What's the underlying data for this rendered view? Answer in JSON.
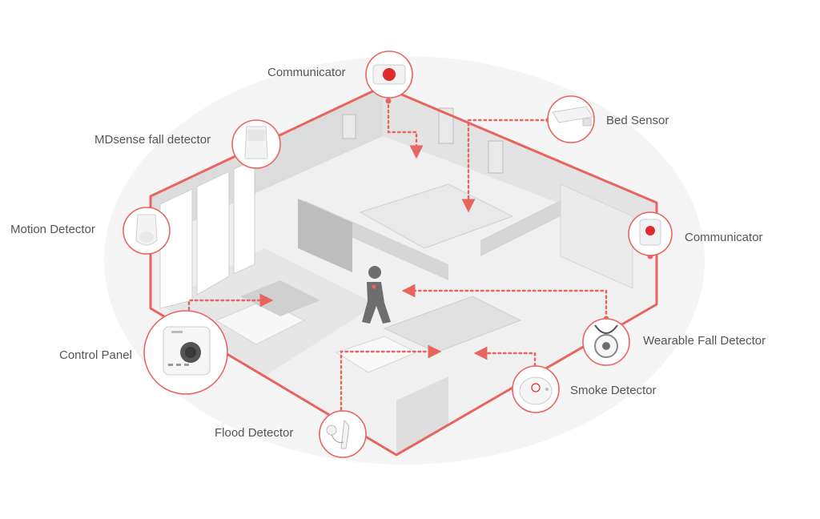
{
  "colors": {
    "accent": "#e8655f",
    "label_text": "#555555",
    "floor": "#ececec",
    "wall": "#d9d9d9",
    "person": "#6e6e6e"
  },
  "devices": [
    {
      "id": "communicator-top",
      "label": "Communicator",
      "icon": "communicator-icon"
    },
    {
      "id": "mdsense",
      "label": "MDsense fall detector",
      "icon": "pir-sensor-icon"
    },
    {
      "id": "motion",
      "label": "Motion Detector",
      "icon": "motion-sensor-icon"
    },
    {
      "id": "control-panel",
      "label": "Control Panel",
      "icon": "control-panel-icon"
    },
    {
      "id": "flood",
      "label": "Flood Detector",
      "icon": "flood-sensor-icon"
    },
    {
      "id": "bed",
      "label": "Bed Sensor",
      "icon": "bed-pad-icon"
    },
    {
      "id": "communicator-right",
      "label": "Communicator",
      "icon": "communicator-icon"
    },
    {
      "id": "wearable",
      "label": "Wearable Fall Detector",
      "icon": "pendant-icon"
    },
    {
      "id": "smoke",
      "label": "Smoke Detector",
      "icon": "smoke-detector-icon"
    }
  ]
}
